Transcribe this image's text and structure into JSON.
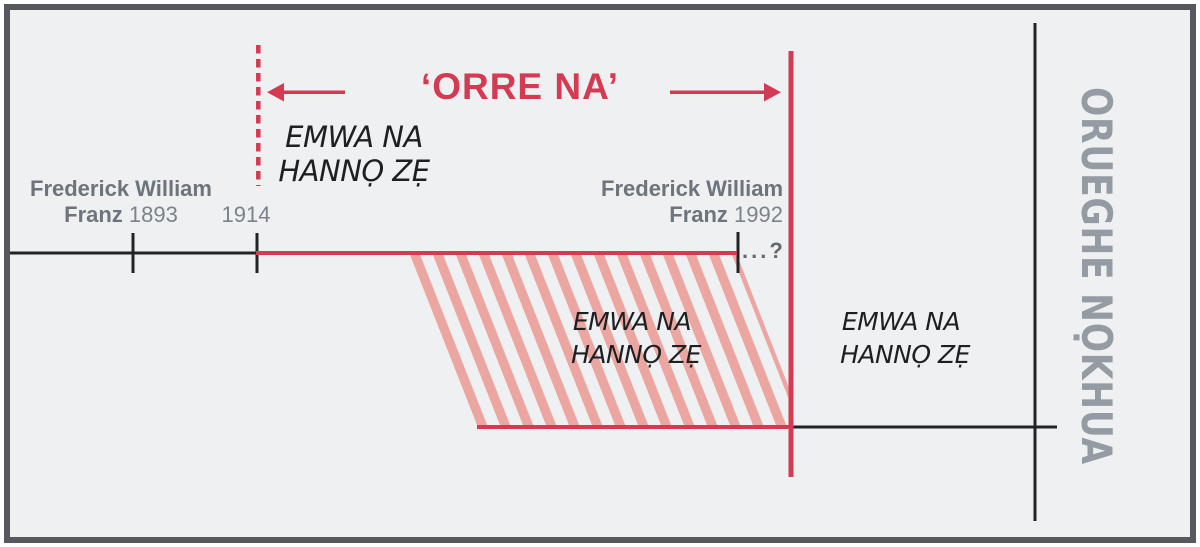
{
  "colors": {
    "background": "#eef0f1",
    "frame_border": "#55585c",
    "accent_red": "#d43a52",
    "hatch_pink": "#eca6a1",
    "line_black": "#212327",
    "label_gray": "#6e747b",
    "side_label_gray": "#959ba3"
  },
  "title": {
    "text": "‘ORRE NA’"
  },
  "timeline": {
    "left_event": {
      "name": "Frederick William",
      "name2": "Franz",
      "year": " 1893"
    },
    "start_year": "1914",
    "right_event": {
      "name": "Frederick William",
      "name2": "Franz",
      "year": " 1992"
    },
    "continuation": "...?"
  },
  "periods": {
    "before": {
      "line1": "EMWA NA",
      "line2": "HANNỌ ZẸ"
    },
    "during": {
      "line1": "EMWA NA",
      "line2": "HANNỌ ZẸ"
    },
    "after": {
      "line1": "EMWA NA",
      "line2": "HANNỌ ZẸ"
    }
  },
  "side_label": {
    "text": "ORUEGHE NỌKHUA"
  }
}
